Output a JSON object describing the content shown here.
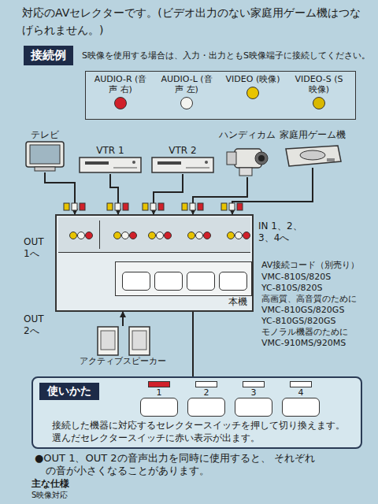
{
  "diagram": {
    "nodes": [
      {
        "text": [
          "接続例"
        ]
      },
      {
        "text": [
          "テレビ"
        ]
      },
      {
        "text": [
          "VTR 1"
        ]
      },
      {
        "text": [
          "VTR 2"
        ]
      },
      {
        "text": [
          "ハンディカム"
        ]
      },
      {
        "text": [
          "家庭用ゲーム機"
        ]
      },
      {
        "text": [
          "本機"
        ]
      },
      {
        "text": [
          "アクティブスピーカー"
        ]
      },
      {
        "text": [
          "使いかた",
          "接続した機器に対応するセレクタースイッチを押して切り換えます。 選んだセレクタースイッチに赤い表示が出ます。"
        ]
      },
      {
        "text": [
          "1"
        ],
        "in": 8
      },
      {
        "text": [
          "2"
        ],
        "in": 8
      },
      {
        "text": [
          "3"
        ],
        "in": 8
      },
      {
        "text": [
          "4"
        ],
        "in": 8
      }
    ],
    "edges": [
      {
        "from": 1,
        "to": 6,
        "arrow": "to"
      },
      {
        "from": 2,
        "to": 6,
        "arrow": "to"
      },
      {
        "from": 3,
        "to": 6,
        "arrow": "to"
      },
      {
        "from": 4,
        "to": 6,
        "arrow": "to"
      },
      {
        "from": 5,
        "to": 6,
        "arrow": "to"
      },
      {
        "from": 7,
        "to": 6,
        "arrow": "to"
      },
      {
        "from": 6,
        "to": 8,
        "arrow": "none"
      }
    ],
    "labels": [
      "対応のAVセレクターです。(ビデオ出力のない家庭用ゲーム機はつな",
      "げられません。)",
      "S映像を使用する場合は、入力・出力ともS映像端子に接続してください。",
      "OUT 1へ",
      "IN 1、2、 3、4へ",
      "AV接続コード（別売り）",
      "VMC-810S/820S",
      "YC-810S/820S",
      "高画質、高音質のために",
      "VMC-810GS/820GS",
      "YC-810GS/820GS",
      "モノラル機器のために",
      "VMC-910MS/920MS",
      "OUT 2へ",
      "●OUT 1、OUT 2の音声出力を同時に使用すると、 それぞれの音が小さくなることがあります。",
      "主な仕様",
      "S映像対応"
    ],
    "legend": [
      {
        "text": "AUDIO-R (音声 右)",
        "color": "#d0202a"
      },
      {
        "text": "AUDIO-L (音声 左)",
        "color": "#f4f4f0"
      },
      {
        "text": "VIDEO (映像)",
        "color": "#e8c400"
      },
      {
        "text": "VIDEO-S (S 映像)",
        "color": "#d9b800"
      }
    ]
  }
}
